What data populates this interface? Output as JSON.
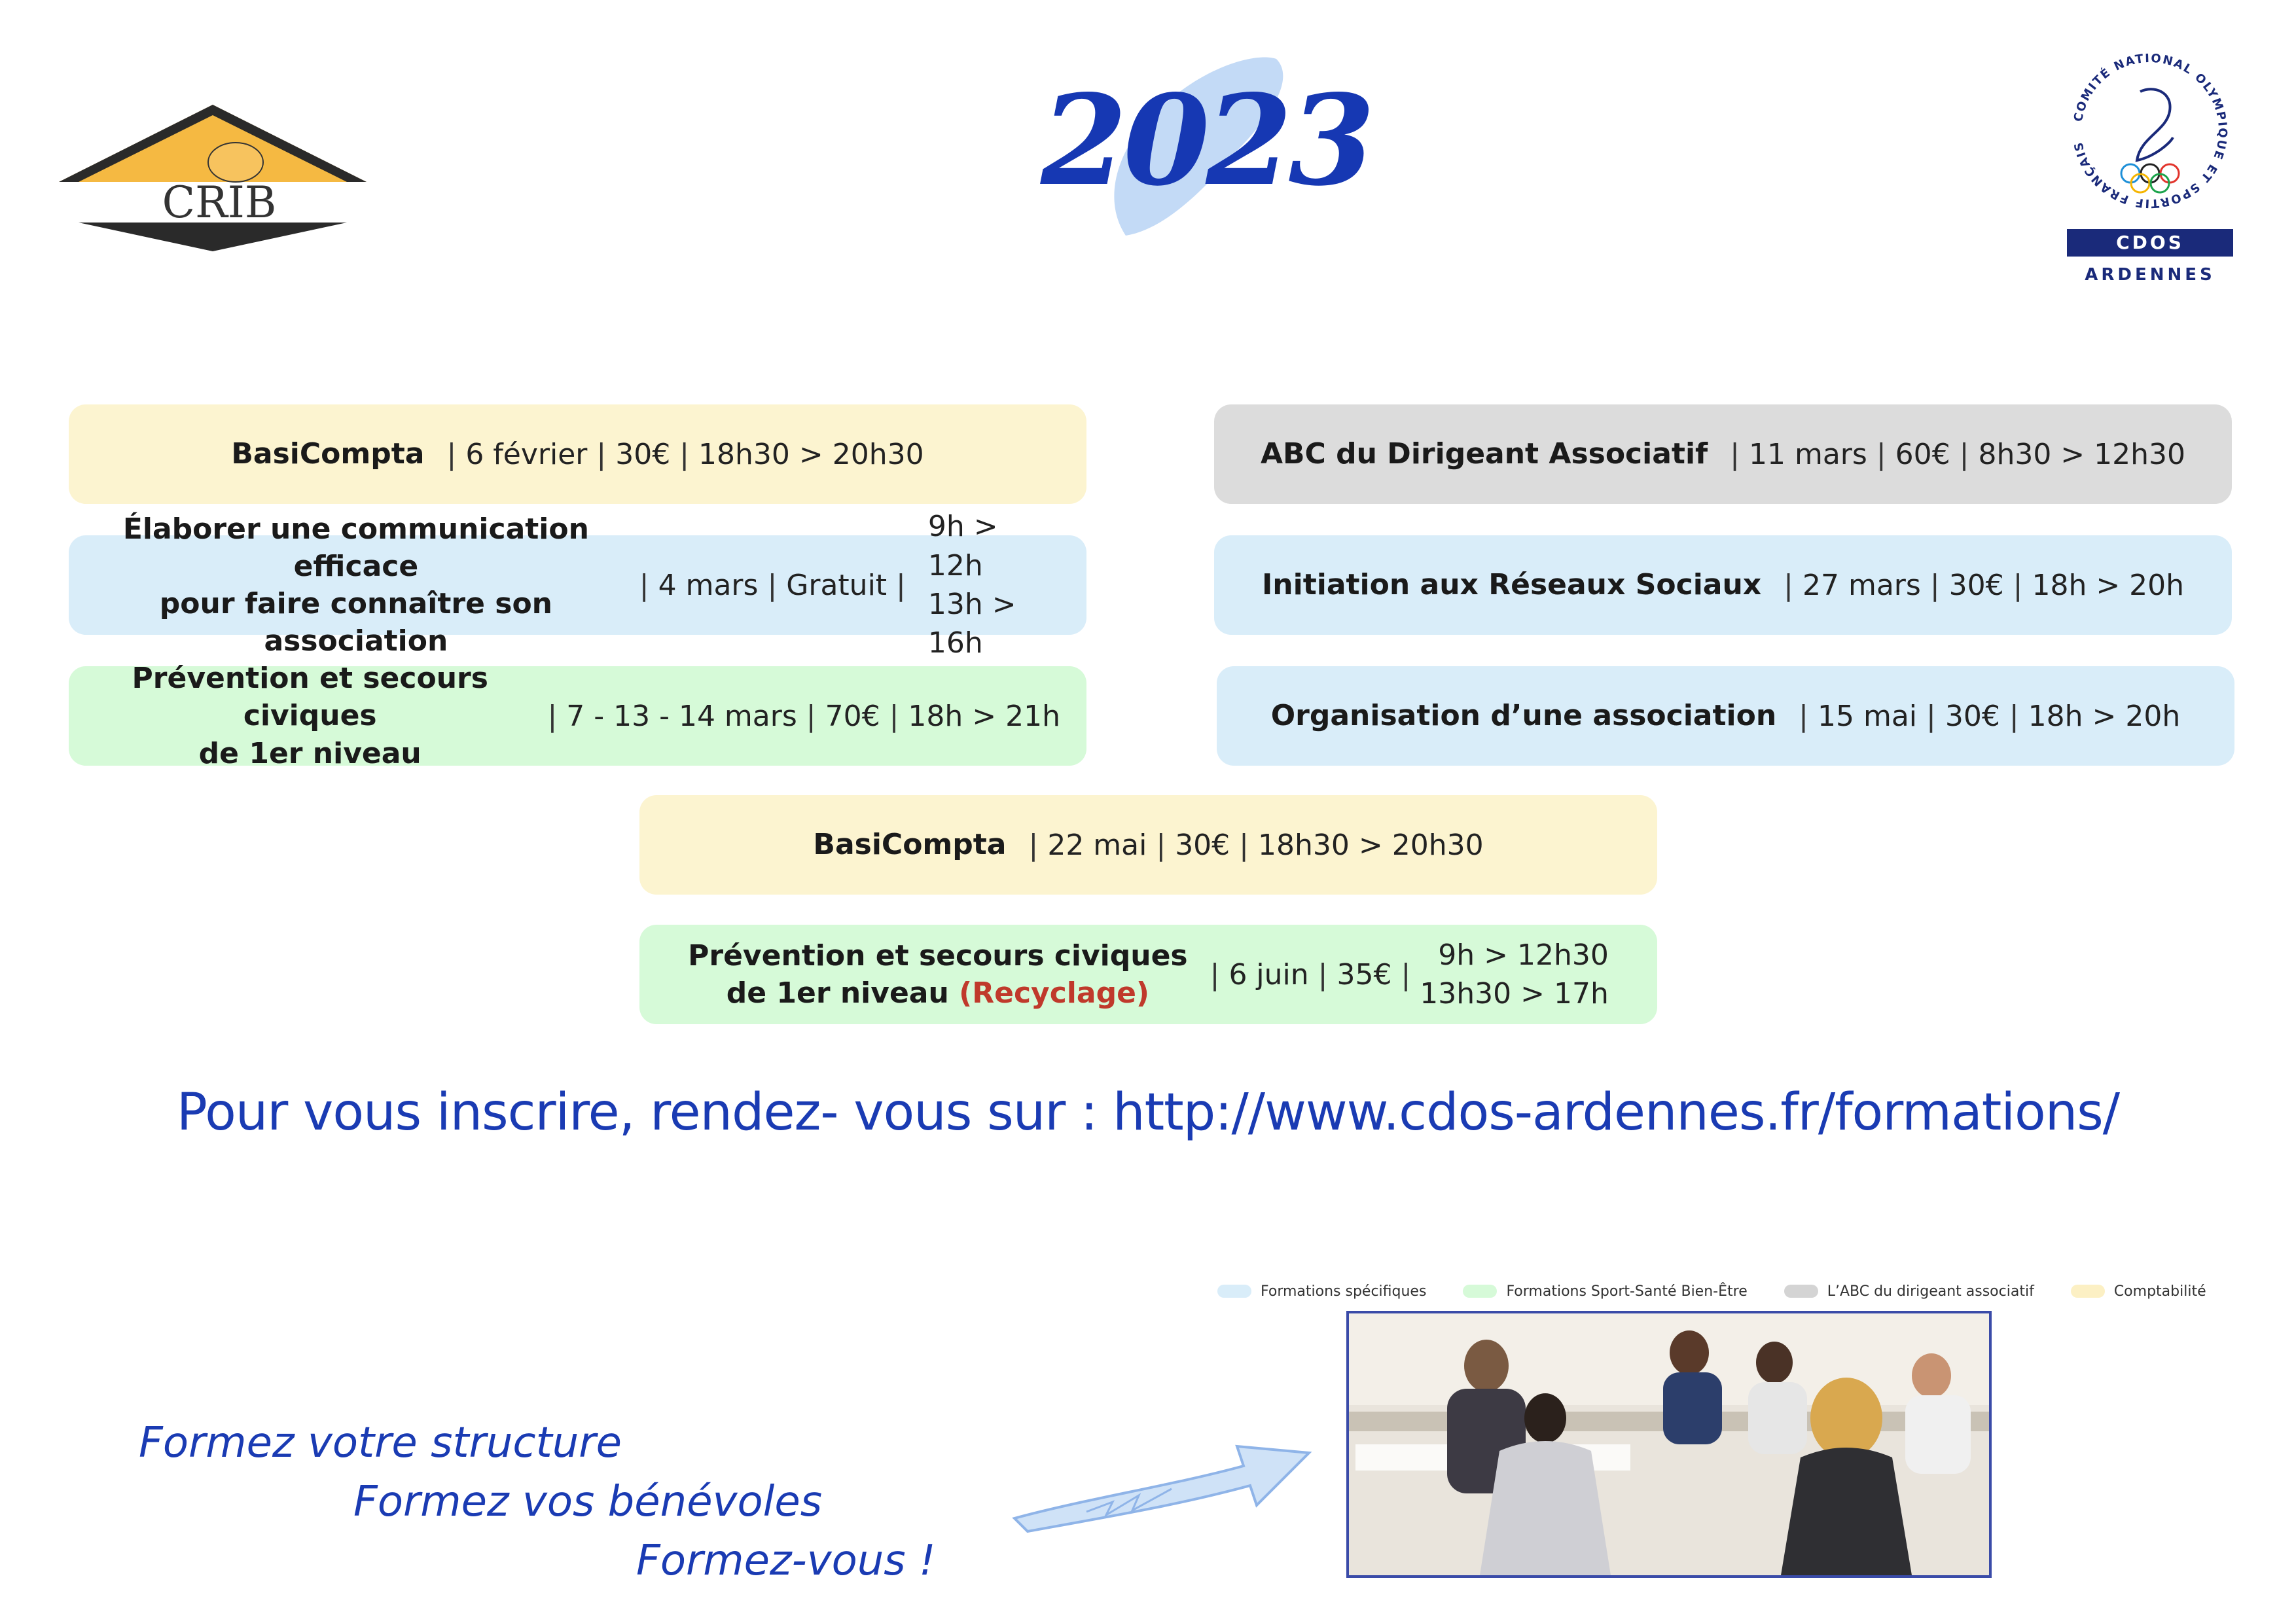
{
  "header": {
    "crib_logo_text": "CRIB",
    "year": "2023",
    "cdos_logo": {
      "ring_text": "COMITÉ NATIONAL OLYMPIQUE ET SPORTIF FRANÇAIS",
      "bar_text": "CDOS",
      "region": "ARDENNES"
    }
  },
  "courses": [
    {
      "name": "BasiCompta",
      "date": "6 février",
      "price": "30€",
      "times": [
        "18h30 > 20h30"
      ],
      "category": "compta"
    },
    {
      "name": "ABC du Dirigeant Associatif",
      "date": "11 mars",
      "price": "60€",
      "times": [
        "8h30 > 12h30"
      ],
      "category": "abc"
    },
    {
      "name_line1": "Élaborer une communication efficace",
      "name_line2": "pour faire connaître son association",
      "date": "4 mars",
      "price": "Gratuit",
      "times": [
        "9h > 12h",
        "13h > 16h"
      ],
      "category": "spec"
    },
    {
      "name": "Initiation aux Réseaux Sociaux",
      "date": "27 mars",
      "price": "30€",
      "times": [
        "18h > 20h"
      ],
      "category": "spec"
    },
    {
      "name_line1": "Prévention et secours civiques",
      "name_line2": "de 1er niveau",
      "date": "7 - 13 - 14 mars",
      "price": "70€",
      "times": [
        "18h > 21h"
      ],
      "category": "sante"
    },
    {
      "name": "Organisation d’une association",
      "date": "15 mai",
      "price": "30€",
      "times": [
        "18h > 20h"
      ],
      "category": "spec"
    },
    {
      "name": "BasiCompta",
      "date": "22 mai",
      "price": "30€",
      "times": [
        "18h30 > 20h30"
      ],
      "category": "compta"
    },
    {
      "name_line1": "Prévention et secours civiques",
      "name_line2": "de 1er niveau",
      "note": "(Recyclage)",
      "date": "6 juin",
      "price": "35€",
      "times": [
        "9h > 12h30",
        "13h30 > 17h"
      ],
      "category": "sante"
    }
  ],
  "separator": "|",
  "register_text": "Pour vous inscrire, rendez- vous sur : http://www.cdos-ardennes.fr/formations/",
  "legend": [
    {
      "label": "Formations spécifiques",
      "color": "#d9edf9"
    },
    {
      "label": "Formations Sport-Santé Bien-Être",
      "color": "#d6fad8"
    },
    {
      "label": "L’ABC du dirigeant associatif",
      "color": "#d4d4d4"
    },
    {
      "label": "Comptabilité",
      "color": "#fcf0c4"
    }
  ],
  "slogans": [
    "Formez votre structure",
    "Formez vos bénévoles",
    "Formez-vous !"
  ],
  "colors": {
    "accent_blue": "#1a3bb3",
    "compta": "#fcf4d0",
    "spec": "#d9edf9",
    "sante": "#d6fad8",
    "abc": "#dcdcdc",
    "recycle": "#c0392b"
  }
}
